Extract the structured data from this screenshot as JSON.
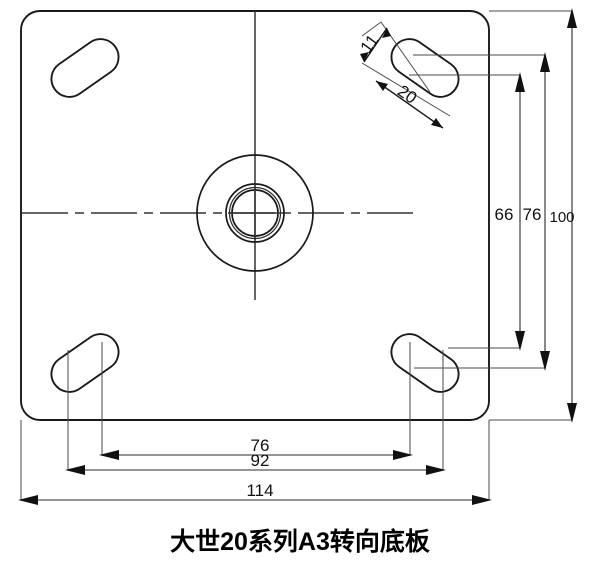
{
  "drawing": {
    "title": "大世20系列A3转向底板",
    "line_color": "#1a1a1a",
    "background_color": "#ffffff",
    "part_name": "swivel-base-plate",
    "view": "top-view"
  },
  "dimensions": {
    "slot_width": "11",
    "slot_length": "20",
    "vertical": [
      {
        "label": "66",
        "value": 66
      },
      {
        "label": "76",
        "value": 76
      },
      {
        "label": "100",
        "value": 100
      }
    ],
    "horizontal": [
      {
        "label": "76",
        "value": 76
      },
      {
        "label": "92",
        "value": 92
      },
      {
        "label": "114",
        "value": 114
      }
    ]
  },
  "features": {
    "plate": "rounded-square-plate",
    "hub": "center-bore-hub",
    "slots": [
      {
        "name": "slot-top-left",
        "rotation": -35
      },
      {
        "name": "slot-top-right",
        "rotation": 35
      },
      {
        "name": "slot-bottom-left",
        "rotation": -35
      },
      {
        "name": "slot-bottom-right",
        "rotation": 35
      }
    ]
  }
}
